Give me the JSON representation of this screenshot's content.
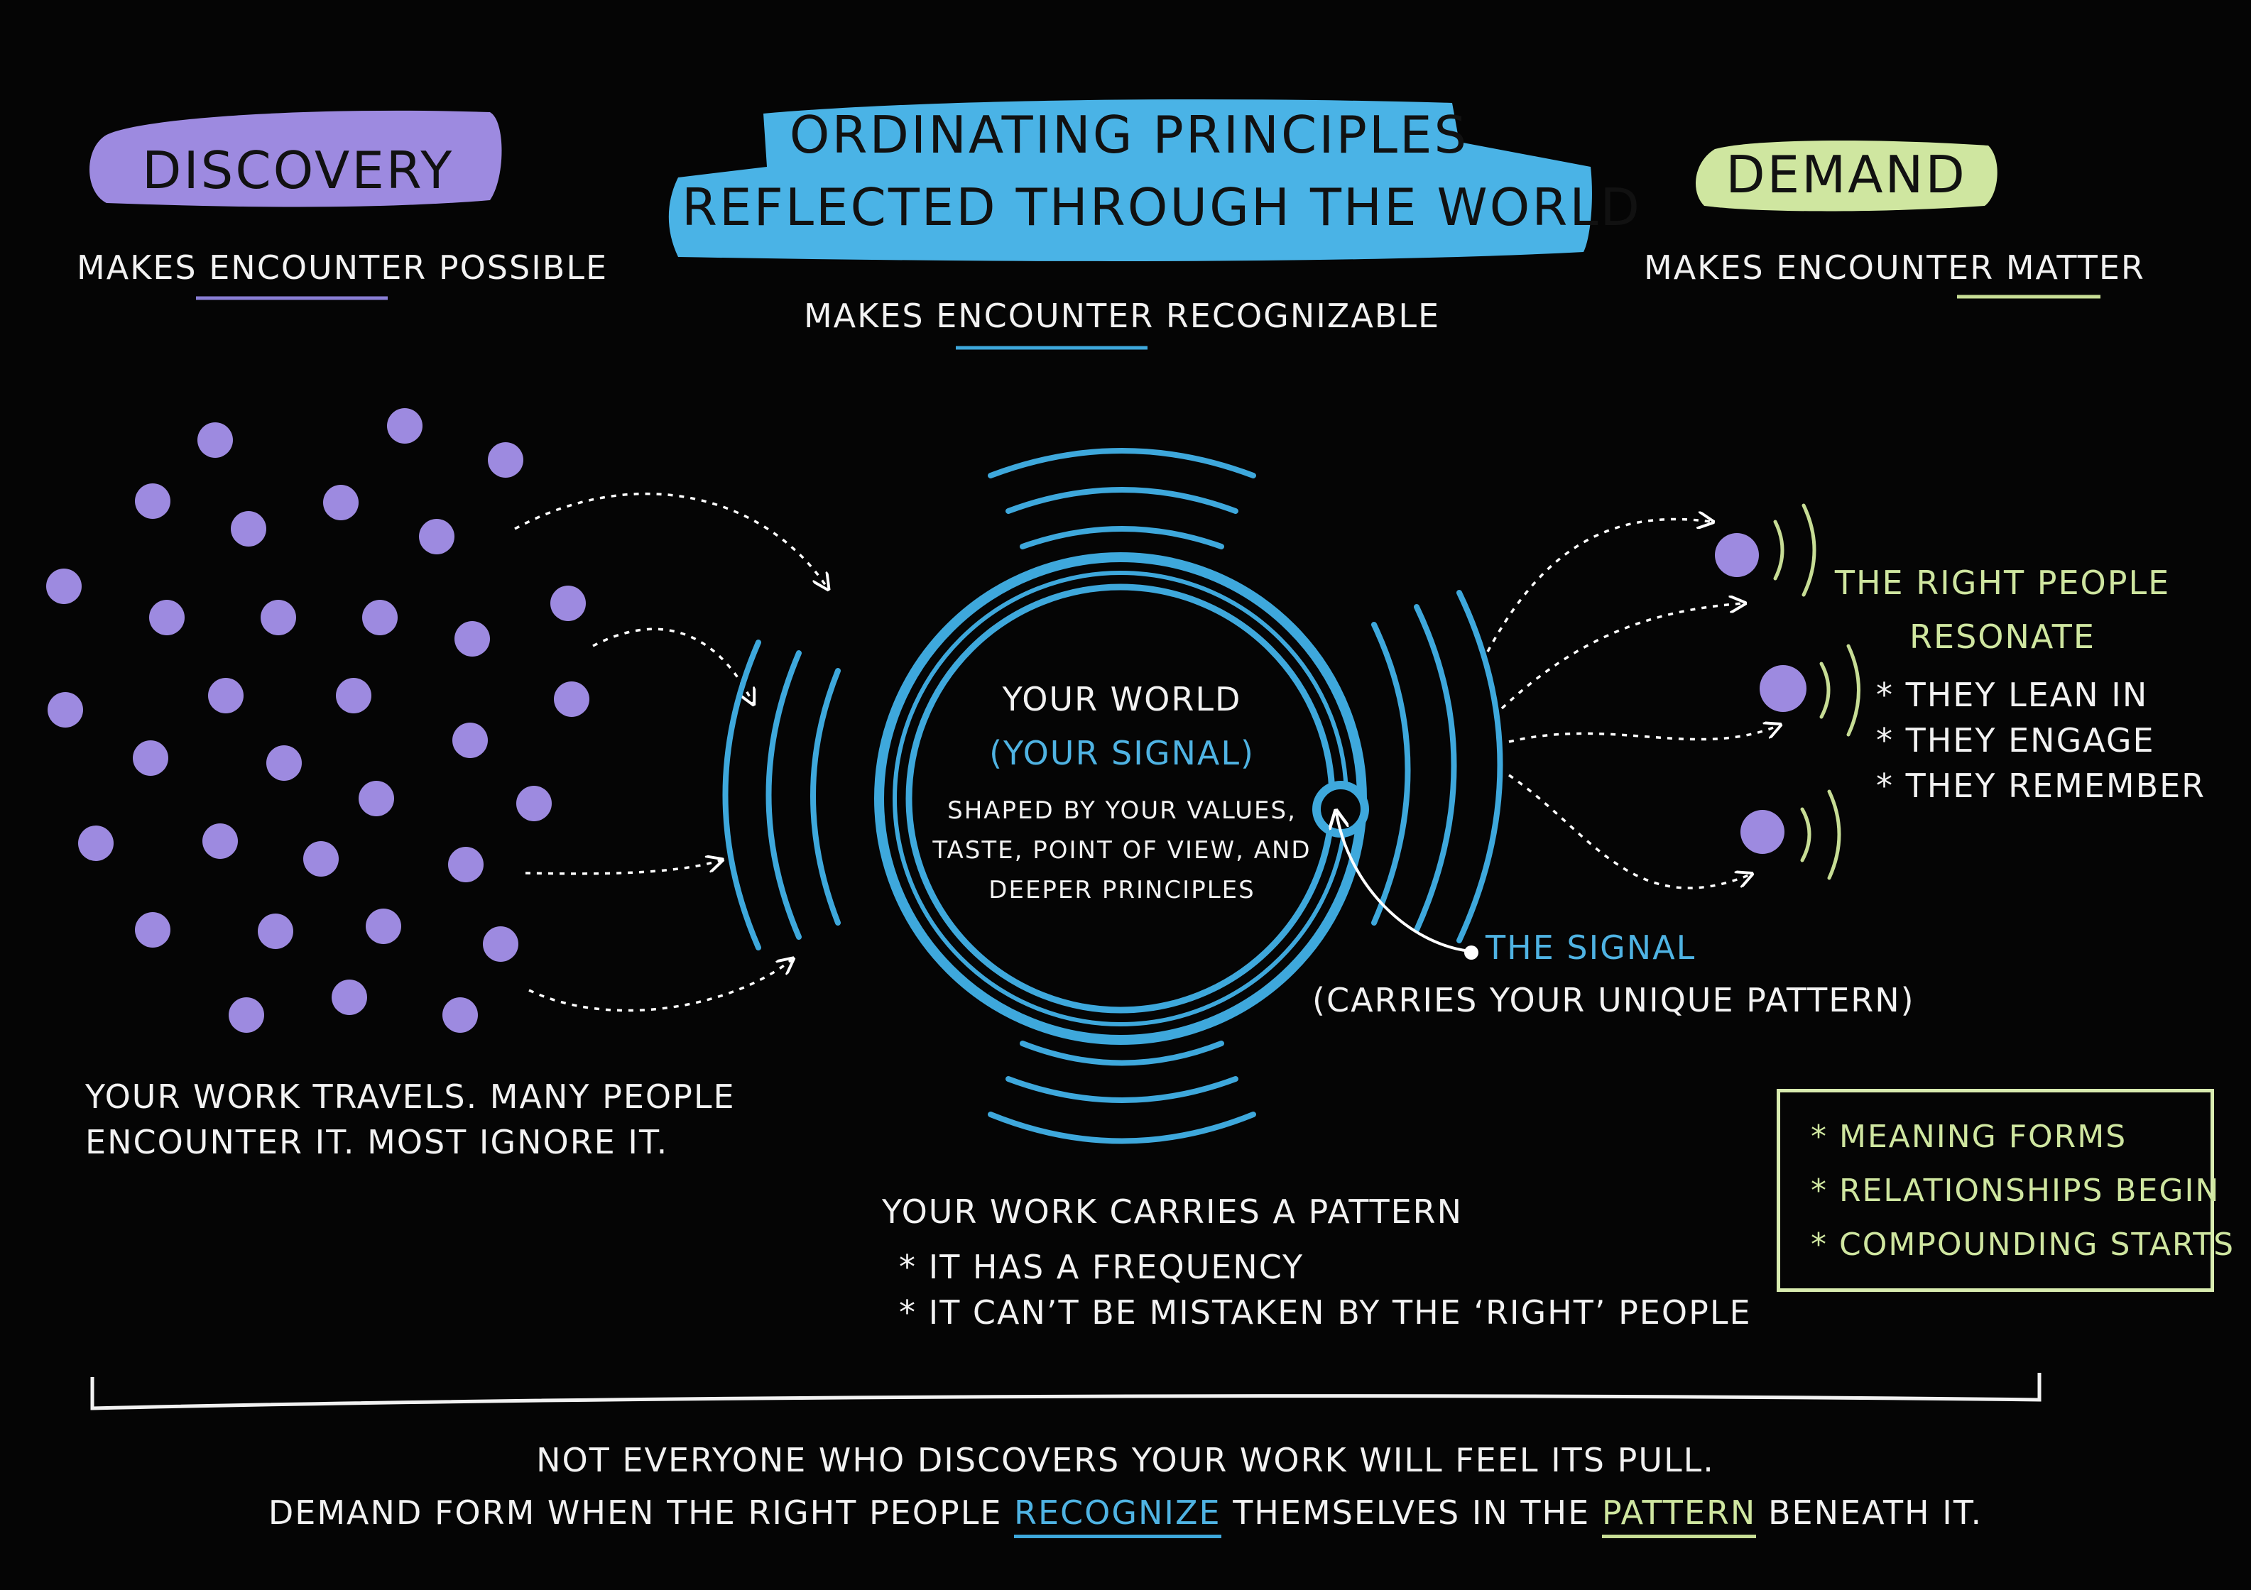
{
  "header": {
    "discovery_title": "DISCOVERY",
    "discovery_sub_pre": "MAKES ",
    "discovery_sub_key": "ENCOUNTER",
    "discovery_sub_post": " POSSIBLE",
    "main_title_line1": "ORDINATING PRINCIPLES",
    "main_title_line2": "REFLECTED THROUGH THE WORLD",
    "main_sub_pre": "MAKES ",
    "main_sub_key": "ENCOUNTER",
    "main_sub_post": " RECOGNIZABLE",
    "demand_title": "DEMAND",
    "demand_sub_pre": "MAKES ENCOUNTER ",
    "demand_sub_key": "MATTER"
  },
  "center": {
    "world_label": "YOUR WORLD",
    "signal_label": "(YOUR SIGNAL)",
    "desc_line1": "SHAPED BY YOUR VALUES,",
    "desc_line2": "TASTE, POINT OF VIEW, AND",
    "desc_line3": "DEEPER PRINCIPLES",
    "signal_callout": "THE SIGNAL",
    "signal_callout_sub": "(CARRIES YOUR UNIQUE PATTERN)"
  },
  "left": {
    "caption_line1": "YOUR WORK TRAVELS. MANY PEOPLE",
    "caption_line2": "ENCOUNTER IT. MOST IGNORE IT."
  },
  "pattern": {
    "heading": "YOUR WORK CARRIES A PATTERN",
    "bullet1": "* IT HAS A FREQUENCY",
    "bullet2": "* IT CAN’T BE MISTAKEN BY THE ‘RIGHT’ PEOPLE"
  },
  "right": {
    "heading_line1": "THE RIGHT PEOPLE",
    "heading_line2": "RESONATE",
    "bullet1": "* THEY LEAN IN",
    "bullet2": "* THEY ENGAGE",
    "bullet3": "* THEY REMEMBER"
  },
  "outcomes": {
    "item1": "* MEANING FORMS",
    "item2": "* RELATIONSHIPS BEGIN",
    "item3": "* COMPOUNDING STARTS"
  },
  "footer": {
    "line1": "NOT EVERYONE WHO DISCOVERS YOUR WORK WILL FEEL ITS PULL.",
    "line2_pre": "DEMAND FORM WHEN THE RIGHT PEOPLE ",
    "line2_key1": "RECOGNIZE",
    "line2_mid": " THEMSELVES IN THE ",
    "line2_key2": "PATTERN",
    "line2_post": " BENEATH IT."
  },
  "colors": {
    "purple": "#9d8ae0",
    "blue": "#3ea8dc",
    "green": "#cfe6a0",
    "background": "#050505"
  }
}
